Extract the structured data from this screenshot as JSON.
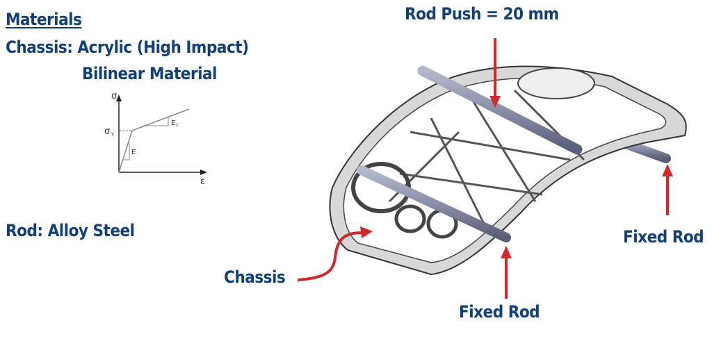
{
  "materials": {
    "heading": "Materials",
    "chassis_material": "Chassis: Acrylic (High Impact)",
    "chassis_model": "Bilinear Material",
    "rod_material": "Rod: Alloy Steel"
  },
  "stress_strain_graph": {
    "y_axis_label": "σ",
    "x_axis_label": "ε",
    "yield_label": "σ",
    "yield_subscript": "Y",
    "elastic_modulus_label": "E",
    "tangent_modulus_label": "E",
    "tangent_modulus_subscript": "T"
  },
  "annotations": {
    "rod_push": "Rod Push = 20 mm",
    "fixed_rod_right": "Fixed Rod",
    "fixed_rod_bottom": "Fixed Rod",
    "chassis": "Chassis"
  },
  "colors": {
    "text": "#13407a",
    "arrow": "#d6262b",
    "rod": "#8a8fa8",
    "chassis": "#c8c8c8"
  }
}
